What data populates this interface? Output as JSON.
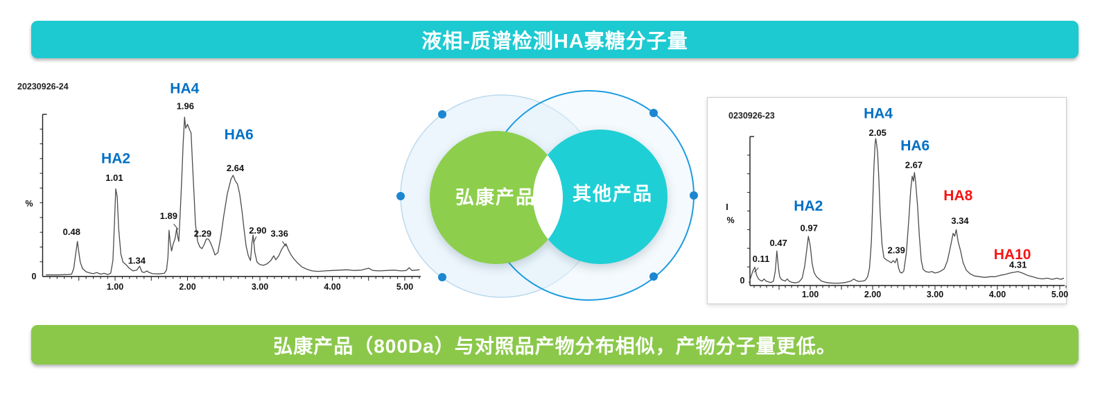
{
  "header": {
    "title": "液相-质谱检测HA寡糖分子量",
    "bg": "#1dcad1"
  },
  "footer": {
    "text": "弘康产品（800Da）与对照品产物分布相似，产物分子量更低。",
    "bg": "#8bc84a"
  },
  "venn": {
    "left_label": "弘康产品",
    "right_label": "其他产品",
    "green": "#8dce4c",
    "cyan": "#1ecfd5",
    "outline_blue": "#1c9be0"
  },
  "chart_data": [
    {
      "type": "line",
      "id_label": "20230926-24",
      "ylabel": "%",
      "origin_label": "0",
      "xlabel": "",
      "xticks": [
        "1.00",
        "2.00",
        "3.00",
        "4.00",
        "5.00"
      ],
      "xtick_values": [
        1,
        2,
        3,
        4,
        5
      ],
      "xlim": [
        0,
        5.25
      ],
      "ylim_relative": [
        0,
        1
      ],
      "grid": false,
      "points": [
        [
          0.05,
          0.01
        ],
        [
          0.2,
          0.01
        ],
        [
          0.35,
          0.012
        ],
        [
          0.4,
          0.015
        ],
        [
          0.43,
          0.05
        ],
        [
          0.45,
          0.12
        ],
        [
          0.48,
          0.22
        ],
        [
          0.5,
          0.15
        ],
        [
          0.52,
          0.09
        ],
        [
          0.55,
          0.05
        ],
        [
          0.6,
          0.03
        ],
        [
          0.65,
          0.022
        ],
        [
          0.7,
          0.018
        ],
        [
          0.75,
          0.025
        ],
        [
          0.8,
          0.015
        ],
        [
          0.85,
          0.02
        ],
        [
          0.9,
          0.012
        ],
        [
          0.94,
          0.02
        ],
        [
          0.97,
          0.1
        ],
        [
          0.99,
          0.32
        ],
        [
          1.01,
          0.55
        ],
        [
          1.03,
          0.5
        ],
        [
          1.05,
          0.3
        ],
        [
          1.08,
          0.14
        ],
        [
          1.11,
          0.09
        ],
        [
          1.15,
          0.075
        ],
        [
          1.2,
          0.05
        ],
        [
          1.25,
          0.035
        ],
        [
          1.3,
          0.04
        ],
        [
          1.34,
          0.065
        ],
        [
          1.37,
          0.03
        ],
        [
          1.4,
          0.025
        ],
        [
          1.44,
          0.035
        ],
        [
          1.47,
          0.025
        ],
        [
          1.52,
          0.018
        ],
        [
          1.6,
          0.016
        ],
        [
          1.68,
          0.02
        ],
        [
          1.71,
          0.04
        ],
        [
          1.73,
          0.12
        ],
        [
          1.745,
          0.29
        ],
        [
          1.76,
          0.22
        ],
        [
          1.78,
          0.16
        ],
        [
          1.8,
          0.2
        ],
        [
          1.83,
          0.24
        ],
        [
          1.85,
          0.3
        ],
        [
          1.865,
          0.25
        ],
        [
          1.88,
          0.22
        ],
        [
          1.9,
          0.4
        ],
        [
          1.92,
          0.6
        ],
        [
          1.94,
          0.83
        ],
        [
          1.96,
          1.0
        ],
        [
          1.975,
          0.93
        ],
        [
          2.0,
          0.955
        ],
        [
          2.03,
          0.92
        ],
        [
          2.05,
          0.9
        ],
        [
          2.07,
          0.7
        ],
        [
          2.09,
          0.52
        ],
        [
          2.11,
          0.33
        ],
        [
          2.14,
          0.22
        ],
        [
          2.17,
          0.185
        ],
        [
          2.2,
          0.175
        ],
        [
          2.23,
          0.2
        ],
        [
          2.26,
          0.235
        ],
        [
          2.29,
          0.235
        ],
        [
          2.32,
          0.21
        ],
        [
          2.35,
          0.175
        ],
        [
          2.38,
          0.135
        ],
        [
          2.42,
          0.15
        ],
        [
          2.46,
          0.25
        ],
        [
          2.5,
          0.38
        ],
        [
          2.55,
          0.52
        ],
        [
          2.6,
          0.61
        ],
        [
          2.63,
          0.635
        ],
        [
          2.66,
          0.6
        ],
        [
          2.69,
          0.58
        ],
        [
          2.72,
          0.52
        ],
        [
          2.75,
          0.42
        ],
        [
          2.78,
          0.3
        ],
        [
          2.81,
          0.19
        ],
        [
          2.84,
          0.13
        ],
        [
          2.87,
          0.1
        ],
        [
          2.89,
          0.21
        ],
        [
          2.905,
          0.26
        ],
        [
          2.93,
          0.15
        ],
        [
          2.96,
          0.09
        ],
        [
          3.0,
          0.075
        ],
        [
          3.05,
          0.07
        ],
        [
          3.1,
          0.08
        ],
        [
          3.15,
          0.1
        ],
        [
          3.19,
          0.13
        ],
        [
          3.22,
          0.105
        ],
        [
          3.26,
          0.13
        ],
        [
          3.3,
          0.17
        ],
        [
          3.33,
          0.19
        ],
        [
          3.36,
          0.205
        ],
        [
          3.39,
          0.17
        ],
        [
          3.43,
          0.135
        ],
        [
          3.47,
          0.11
        ],
        [
          3.52,
          0.085
        ],
        [
          3.58,
          0.06
        ],
        [
          3.65,
          0.045
        ],
        [
          3.72,
          0.035
        ],
        [
          3.8,
          0.032
        ],
        [
          3.9,
          0.035
        ],
        [
          4.0,
          0.038
        ],
        [
          4.1,
          0.04
        ],
        [
          4.2,
          0.042
        ],
        [
          4.3,
          0.038
        ],
        [
          4.4,
          0.04
        ],
        [
          4.5,
          0.052
        ],
        [
          4.56,
          0.038
        ],
        [
          4.65,
          0.035
        ],
        [
          4.75,
          0.038
        ],
        [
          4.85,
          0.04
        ],
        [
          4.95,
          0.035
        ],
        [
          5.02,
          0.038
        ],
        [
          5.06,
          0.055
        ],
        [
          5.1,
          0.038
        ],
        [
          5.15,
          0.04
        ],
        [
          5.2,
          0.042
        ]
      ],
      "annotations": [
        {
          "text": "0.48",
          "t": 0.4,
          "f": 0.26,
          "cls": "val"
        },
        {
          "text": "HA2",
          "t": 1.01,
          "f": 0.71,
          "cls": "ha-blue"
        },
        {
          "text": "1.01",
          "t": 0.99,
          "f": 0.6,
          "cls": "val"
        },
        {
          "text": "1.34",
          "t": 1.3,
          "f": 0.08,
          "cls": "val"
        },
        {
          "text": "1.89",
          "t": 1.74,
          "f": 0.36,
          "cls": "val",
          "leader": [
            1.81,
            0.33,
            1.87,
            0.295
          ]
        },
        {
          "text": "HA4",
          "t": 1.96,
          "f": 1.15,
          "cls": "ha-blue"
        },
        {
          "text": "1.96",
          "t": 1.97,
          "f": 1.05,
          "cls": "val"
        },
        {
          "text": "2.29",
          "t": 2.21,
          "f": 0.25,
          "cls": "val"
        },
        {
          "text": "HA6",
          "t": 2.71,
          "f": 0.86,
          "cls": "ha-blue"
        },
        {
          "text": "2.64",
          "t": 2.66,
          "f": 0.66,
          "cls": "val"
        },
        {
          "text": "2.90",
          "t": 2.97,
          "f": 0.27,
          "cls": "val",
          "leader": [
            2.95,
            0.25,
            2.91,
            0.21
          ]
        },
        {
          "text": "3.36",
          "t": 3.27,
          "f": 0.25,
          "cls": "val",
          "leader": [
            3.31,
            0.22,
            3.36,
            0.19
          ]
        }
      ]
    },
    {
      "type": "line",
      "id_label": "0230926-23",
      "ylabel": "%",
      "ylabel_top": "I",
      "origin_label": "0",
      "xlabel": "",
      "xticks": [
        "1.00",
        "2.00",
        "3.00",
        "4.00",
        "5.00"
      ],
      "xtick_values": [
        1,
        2,
        3,
        4,
        5
      ],
      "xlim": [
        0,
        5.1
      ],
      "ylim_relative": [
        0,
        1
      ],
      "grid": false,
      "points": [
        [
          0.02,
          0.02
        ],
        [
          0.05,
          0.06
        ],
        [
          0.08,
          0.1
        ],
        [
          0.11,
          0.125
        ],
        [
          0.14,
          0.07
        ],
        [
          0.17,
          0.045
        ],
        [
          0.2,
          0.035
        ],
        [
          0.23,
          0.03
        ],
        [
          0.26,
          0.045
        ],
        [
          0.29,
          0.03
        ],
        [
          0.33,
          0.025
        ],
        [
          0.37,
          0.02
        ],
        [
          0.41,
          0.03
        ],
        [
          0.44,
          0.1
        ],
        [
          0.465,
          0.235
        ],
        [
          0.49,
          0.12
        ],
        [
          0.51,
          0.06
        ],
        [
          0.54,
          0.04
        ],
        [
          0.57,
          0.035
        ],
        [
          0.6,
          0.03
        ],
        [
          0.63,
          0.045
        ],
        [
          0.66,
          0.03
        ],
        [
          0.7,
          0.022
        ],
        [
          0.76,
          0.018
        ],
        [
          0.82,
          0.025
        ],
        [
          0.87,
          0.05
        ],
        [
          0.91,
          0.13
        ],
        [
          0.945,
          0.25
        ],
        [
          0.97,
          0.335
        ],
        [
          1.0,
          0.27
        ],
        [
          1.03,
          0.15
        ],
        [
          1.06,
          0.09
        ],
        [
          1.1,
          0.06
        ],
        [
          1.14,
          0.045
        ],
        [
          1.18,
          0.03
        ],
        [
          1.24,
          0.022
        ],
        [
          1.3,
          0.018
        ],
        [
          1.38,
          0.016
        ],
        [
          1.45,
          0.016
        ],
        [
          1.52,
          0.018
        ],
        [
          1.58,
          0.022
        ],
        [
          1.65,
          0.03
        ],
        [
          1.7,
          0.045
        ],
        [
          1.73,
          0.035
        ],
        [
          1.78,
          0.028
        ],
        [
          1.84,
          0.03
        ],
        [
          1.88,
          0.035
        ],
        [
          1.92,
          0.06
        ],
        [
          1.95,
          0.12
        ],
        [
          1.98,
          0.3
        ],
        [
          2.0,
          0.55
        ],
        [
          2.02,
          0.8
        ],
        [
          2.04,
          0.97
        ],
        [
          2.05,
          1.0
        ],
        [
          2.065,
          0.96
        ],
        [
          2.08,
          0.9
        ],
        [
          2.1,
          0.72
        ],
        [
          2.12,
          0.5
        ],
        [
          2.15,
          0.28
        ],
        [
          2.18,
          0.19
        ],
        [
          2.22,
          0.175
        ],
        [
          2.26,
          0.165
        ],
        [
          2.3,
          0.155
        ],
        [
          2.33,
          0.17
        ],
        [
          2.36,
          0.155
        ],
        [
          2.39,
          0.185
        ],
        [
          2.415,
          0.12
        ],
        [
          2.44,
          0.09
        ],
        [
          2.47,
          0.085
        ],
        [
          2.5,
          0.1
        ],
        [
          2.54,
          0.22
        ],
        [
          2.58,
          0.45
        ],
        [
          2.61,
          0.65
        ],
        [
          2.635,
          0.745
        ],
        [
          2.655,
          0.71
        ],
        [
          2.67,
          0.77
        ],
        [
          2.69,
          0.7
        ],
        [
          2.72,
          0.54
        ],
        [
          2.75,
          0.33
        ],
        [
          2.78,
          0.17
        ],
        [
          2.81,
          0.11
        ],
        [
          2.85,
          0.095
        ],
        [
          2.9,
          0.09
        ],
        [
          2.95,
          0.095
        ],
        [
          3.0,
          0.085
        ],
        [
          3.05,
          0.09
        ],
        [
          3.1,
          0.1
        ],
        [
          3.15,
          0.115
        ],
        [
          3.2,
          0.17
        ],
        [
          3.25,
          0.27
        ],
        [
          3.29,
          0.355
        ],
        [
          3.315,
          0.335
        ],
        [
          3.34,
          0.38
        ],
        [
          3.37,
          0.3
        ],
        [
          3.41,
          0.235
        ],
        [
          3.45,
          0.155
        ],
        [
          3.5,
          0.105
        ],
        [
          3.56,
          0.08
        ],
        [
          3.63,
          0.065
        ],
        [
          3.72,
          0.06
        ],
        [
          3.8,
          0.055
        ],
        [
          3.88,
          0.06
        ],
        [
          3.96,
          0.06
        ],
        [
          4.05,
          0.07
        ],
        [
          4.12,
          0.075
        ],
        [
          4.2,
          0.085
        ],
        [
          4.27,
          0.09
        ],
        [
          4.33,
          0.095
        ],
        [
          4.4,
          0.085
        ],
        [
          4.48,
          0.07
        ],
        [
          4.56,
          0.06
        ],
        [
          4.64,
          0.05
        ],
        [
          4.72,
          0.045
        ],
        [
          4.8,
          0.05
        ],
        [
          4.88,
          0.042
        ],
        [
          4.95,
          0.05
        ],
        [
          5.02,
          0.042
        ],
        [
          5.06,
          0.05
        ]
      ],
      "annotations": [
        {
          "text": "0.11",
          "t": 0.21,
          "f": 0.16,
          "cls": "val",
          "leader": [
            0.17,
            0.12,
            0.1,
            0.09
          ]
        },
        {
          "text": "0.47",
          "t": 0.49,
          "f": 0.27,
          "cls": "val"
        },
        {
          "text": "HA2",
          "t": 0.97,
          "f": 0.51,
          "cls": "ha-blue"
        },
        {
          "text": "0.97",
          "t": 0.98,
          "f": 0.37,
          "cls": "val"
        },
        {
          "text": "HA4",
          "t": 2.09,
          "f": 1.14,
          "cls": "ha-blue"
        },
        {
          "text": "2.05",
          "t": 2.08,
          "f": 1.02,
          "cls": "val"
        },
        {
          "text": "2.39",
          "t": 2.38,
          "f": 0.22,
          "cls": "val"
        },
        {
          "text": "HA6",
          "t": 2.68,
          "f": 0.92,
          "cls": "ha-blue"
        },
        {
          "text": "2.67",
          "t": 2.66,
          "f": 0.8,
          "cls": "val"
        },
        {
          "text": "HA8",
          "t": 3.37,
          "f": 0.58,
          "cls": "ha-red"
        },
        {
          "text": "3.34",
          "t": 3.4,
          "f": 0.42,
          "cls": "val"
        },
        {
          "text": "HA10",
          "t": 4.24,
          "f": 0.18,
          "cls": "ha-red"
        },
        {
          "text": "4.31",
          "t": 4.33,
          "f": 0.12,
          "cls": "val"
        }
      ]
    }
  ]
}
